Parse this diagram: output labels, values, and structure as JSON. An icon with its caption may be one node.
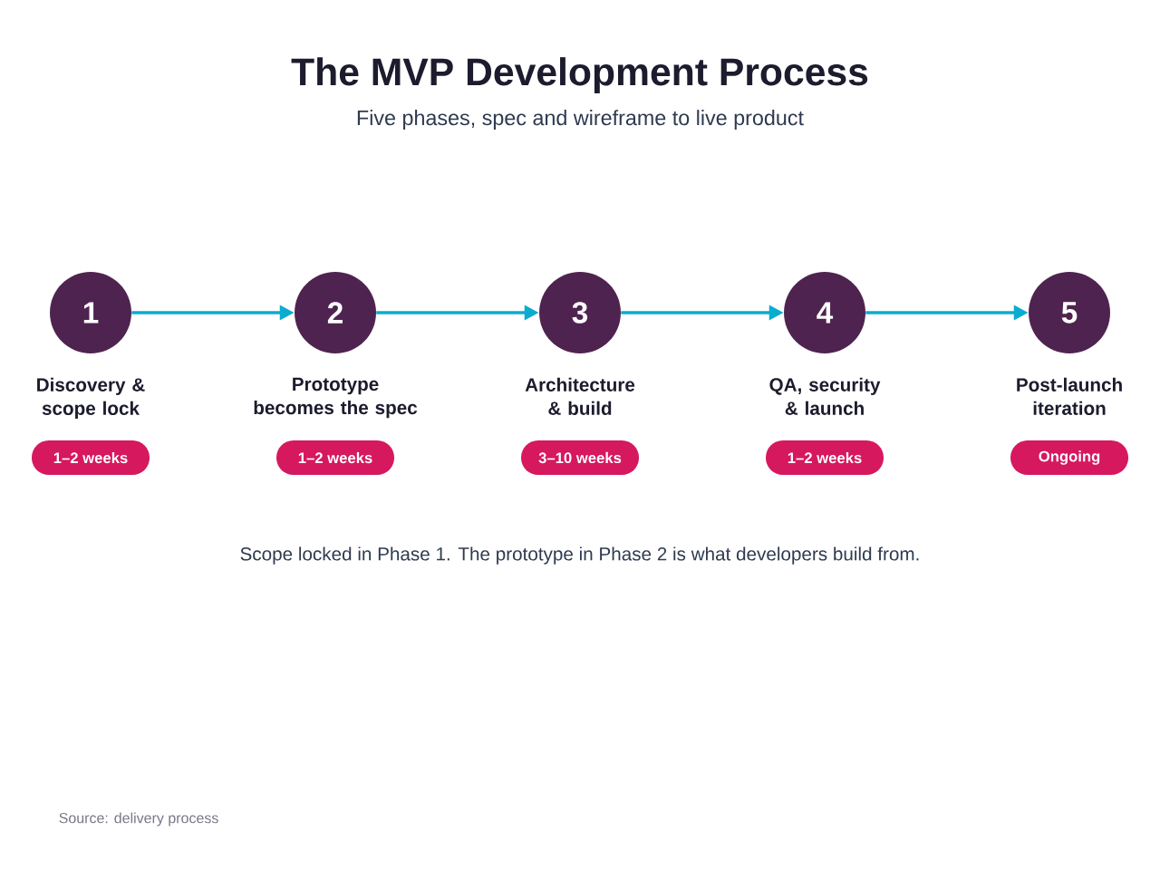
{
  "diagram": {
    "title": "The MVP Development Process",
    "caption": "Scope locked in Phase 1. The prototype in Phase 2 is what developers build from.",
    "nodes": [
      {
        "text": [
          "1"
        ],
        "beside": [
          "Discovery & scope lock"
        ]
      },
      {
        "text": [
          "2"
        ],
        "beside": [
          "Prototype becomes the spec"
        ]
      },
      {
        "text": [
          "3"
        ],
        "beside": [
          "Architecture & build"
        ]
      },
      {
        "text": [
          "4"
        ],
        "beside": [
          "QA, security & launch"
        ]
      },
      {
        "text": [
          "5"
        ],
        "beside": [
          "Post-launch iteration"
        ]
      },
      {
        "text": [
          "1–2 weeks"
        ]
      },
      {
        "text": [
          "1–2 weeks"
        ]
      },
      {
        "text": [
          "3–10 weeks"
        ]
      },
      {
        "text": [
          "1–2 weeks"
        ]
      },
      {
        "text": [
          "Ongoing"
        ]
      }
    ],
    "edges": [
      {
        "from": 0,
        "to": 1,
        "arrow": "to"
      },
      {
        "from": 1,
        "to": 2,
        "arrow": "to"
      },
      {
        "from": 2,
        "to": 3,
        "arrow": "to"
      },
      {
        "from": 3,
        "to": 4,
        "arrow": "to"
      }
    ],
    "labels": [
      "Five phases, spec and wireframe to live product",
      "Source: delivery process"
    ]
  }
}
